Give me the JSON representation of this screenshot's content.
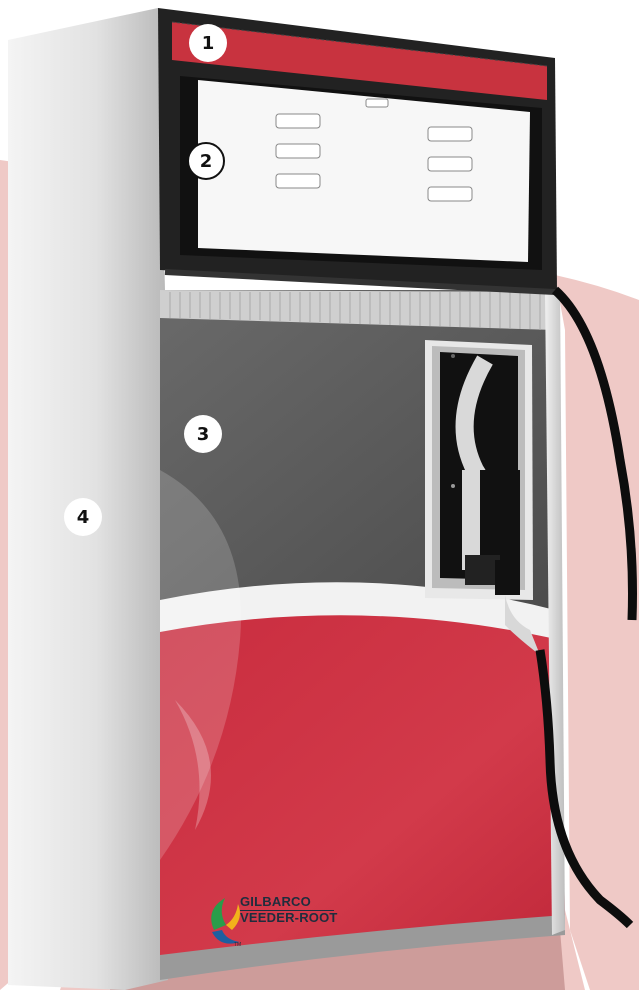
{
  "diagram": {
    "callouts": [
      {
        "label": "1"
      },
      {
        "label": "2"
      },
      {
        "label": "3"
      },
      {
        "label": "4"
      }
    ]
  },
  "brand": {
    "name_line1": "GILBARCO",
    "name_line2": "VEEDER-ROOT",
    "trademark": "TM"
  },
  "colors": {
    "background_shape": "#efc9c6",
    "pump_red": "#cc3344",
    "top_bar_red": "#c8333f",
    "panel_gray": "#575757",
    "frame_dark": "#1b1b1b",
    "logo_blue": "#1f2d3d"
  }
}
